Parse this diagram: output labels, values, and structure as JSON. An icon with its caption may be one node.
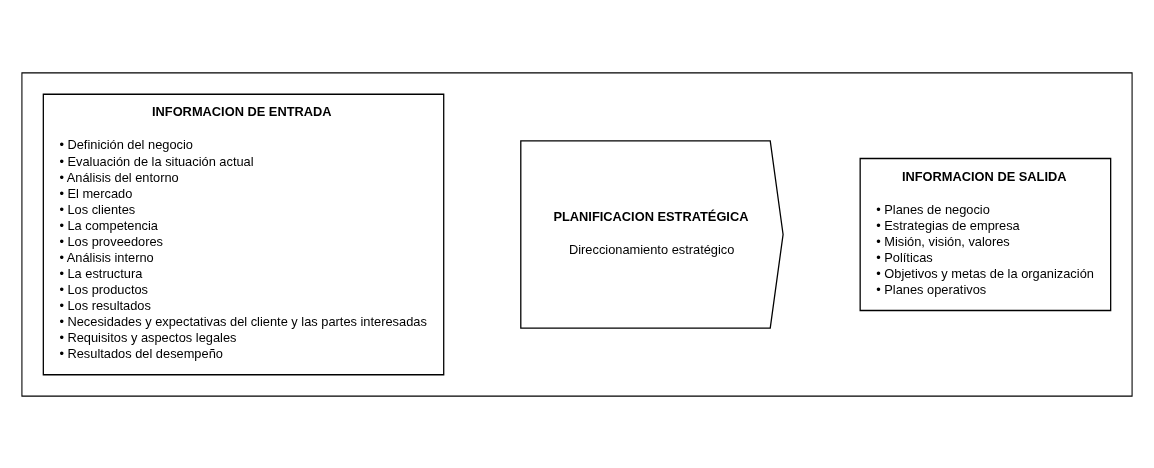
{
  "diagram": {
    "nodes": [
      {
        "text": [],
        "shape": "box"
      },
      {
        "text": [
          "INFORMACION DE ENTRADA",
          "• Definición del negocio",
          "• Evaluación de la situación actual",
          "• Análisis del entorno",
          "• El mercado",
          "• Los clientes",
          "• La competencia",
          "• Los proveedores",
          "• Análisis interno",
          "• La estructura",
          "• Los productos",
          "• Los resultados",
          "• Necesidades y expectativas del cliente y las partes interesadas",
          "• Requisitos y aspectos legales",
          "• Resultados del desempeño"
        ],
        "in": 0
      },
      {
        "text": [
          "PLANIFICACION ESTRATÉGICA",
          "Direccionamiento estratégico"
        ],
        "in": 0
      },
      {
        "text": [
          "INFORMACION DE SALIDA",
          "• Planes de negocio",
          "• Estrategias de empresa",
          "• Misión, visión, valores",
          "• Políticas",
          "• Objetivos y metas de la organización",
          "• Planes operativos"
        ],
        "in": 0
      }
    ],
    "edges": []
  }
}
